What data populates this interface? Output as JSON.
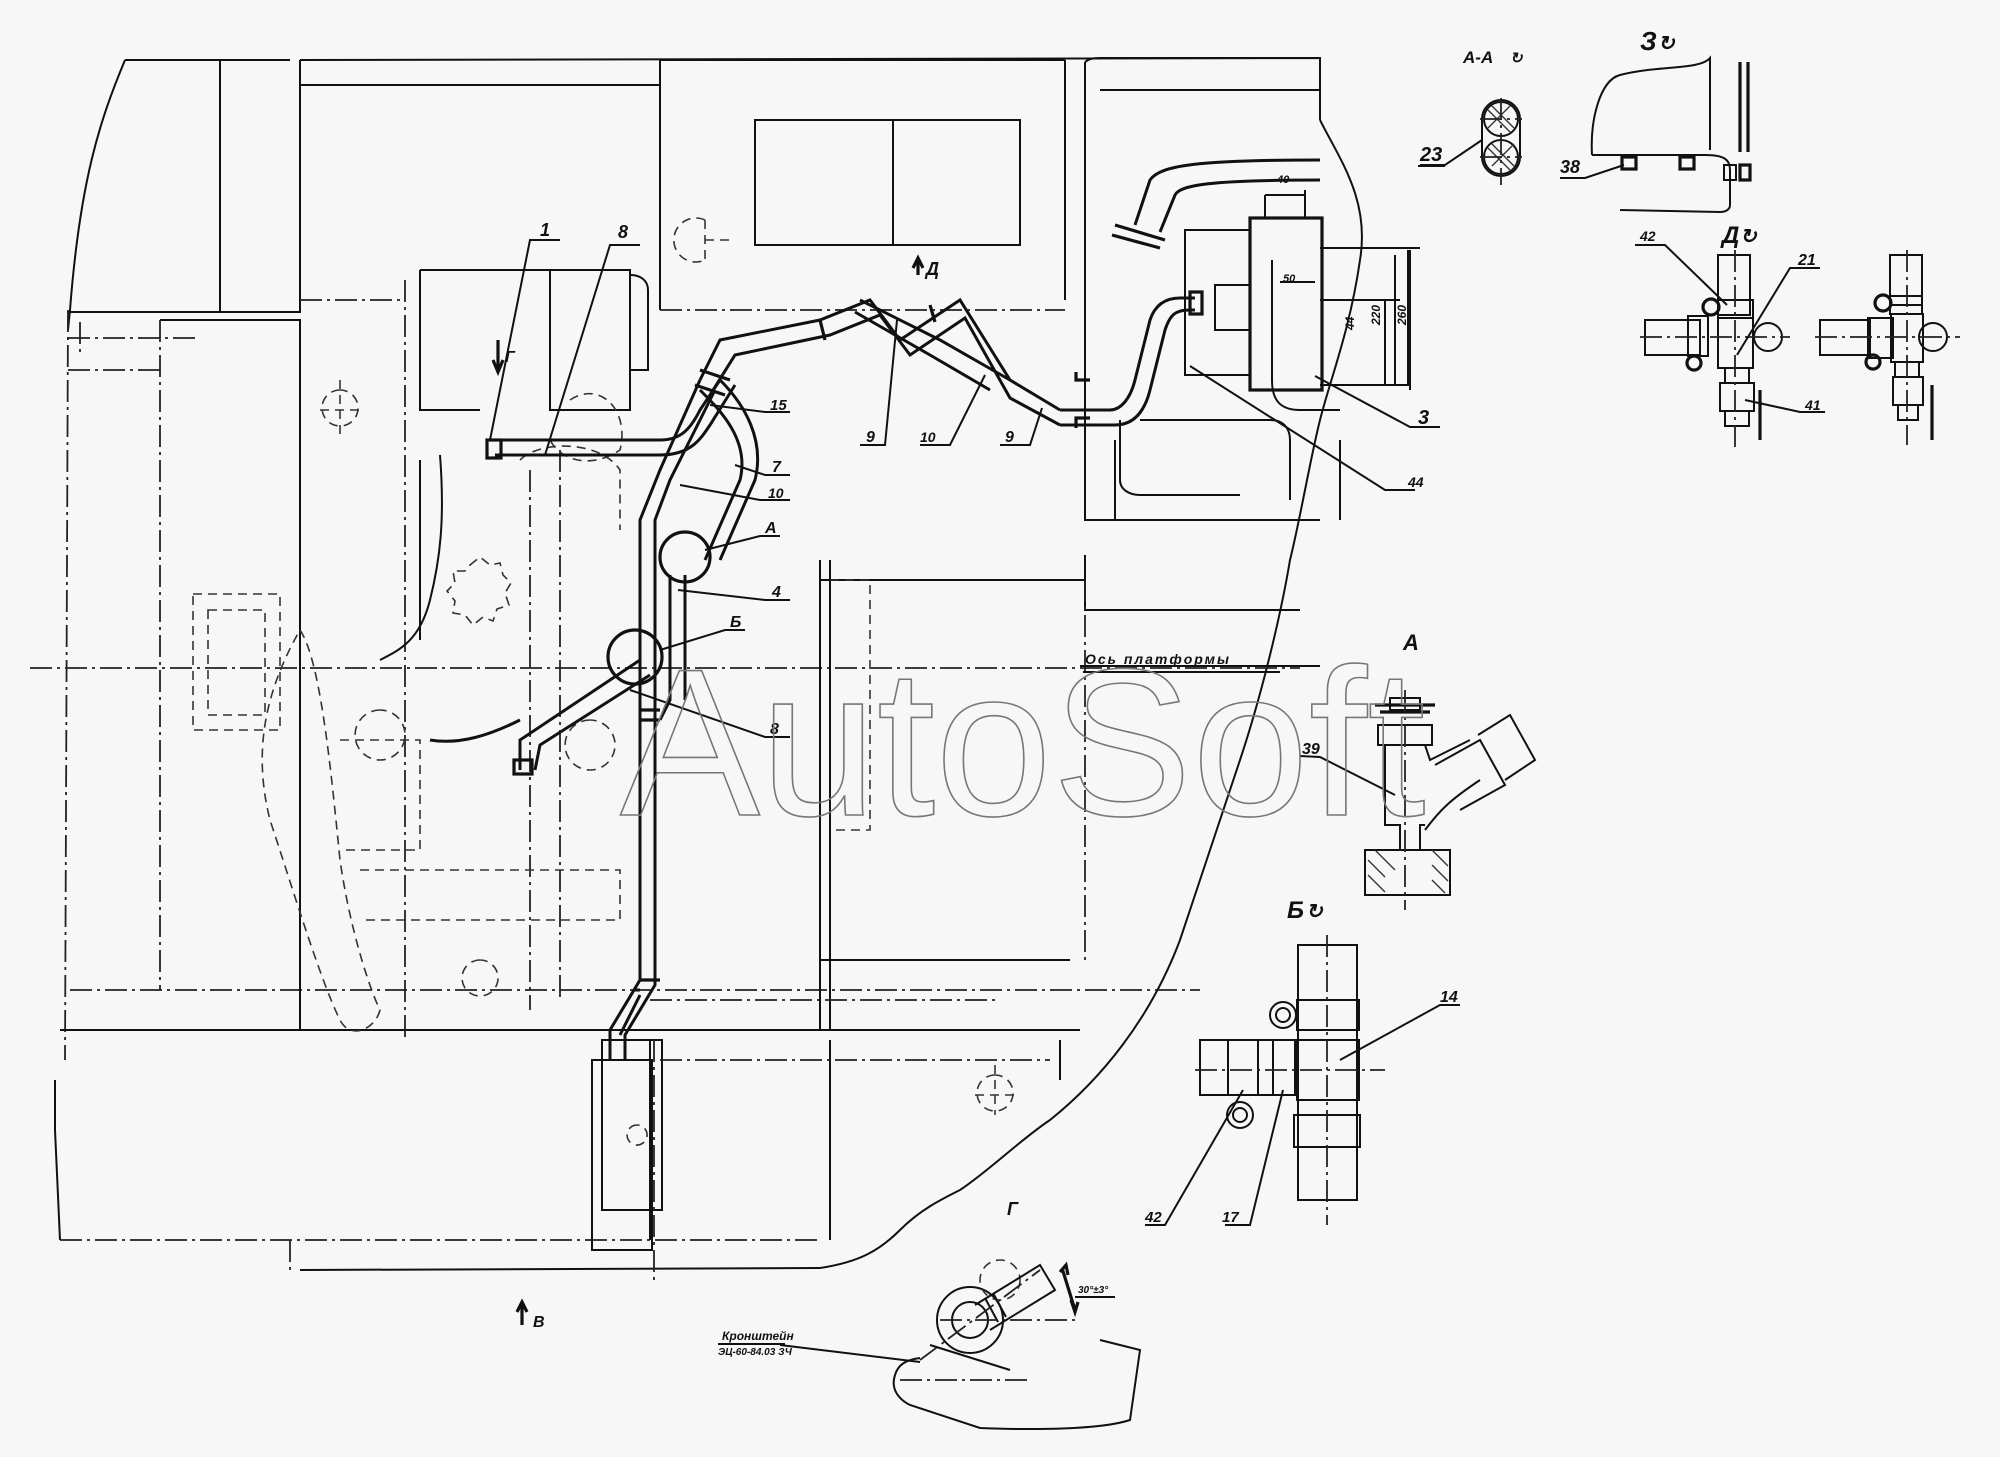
{
  "drawing": {
    "type": "engineering assembly drawing",
    "watermark": "AutoSoft",
    "axis_label": "Ось платформы",
    "bracket_note": {
      "title": "Кронштейн",
      "code": "ЭЦ-60-84.03 ЗЧ"
    },
    "angle_note": "30°±3°",
    "dimensions": {
      "d40": "40",
      "d50": "50",
      "d220": "220",
      "d260": "260",
      "d44": "44"
    },
    "view_arrows": {
      "g": "Г",
      "d": "Д",
      "v": "В"
    },
    "circle_callouts": {
      "a": "А",
      "b": "Б"
    },
    "views": [
      {
        "id": "aa",
        "title": "А-А",
        "rotated": true
      },
      {
        "id": "z",
        "title": "З",
        "rotated": true
      },
      {
        "id": "d",
        "title": "Д",
        "rotated": true
      },
      {
        "id": "a",
        "title": "А",
        "rotated": false
      },
      {
        "id": "b",
        "title": "Б",
        "rotated": true
      },
      {
        "id": "g",
        "title": "Г",
        "rotated": false
      }
    ],
    "part_labels": {
      "p1": "1",
      "p8a": "8",
      "p15": "15",
      "p7": "7",
      "p10a": "10",
      "pA": "А",
      "p4": "4",
      "pB": "Б",
      "p8b": "8",
      "p9a": "9",
      "p10b": "10",
      "p9b": "9",
      "p3": "3",
      "p44": "44",
      "p23": "23",
      "p38": "38",
      "p42a": "42",
      "p21": "21",
      "p41": "41",
      "p39": "39",
      "p14": "14",
      "p42b": "42",
      "p17": "17"
    }
  }
}
